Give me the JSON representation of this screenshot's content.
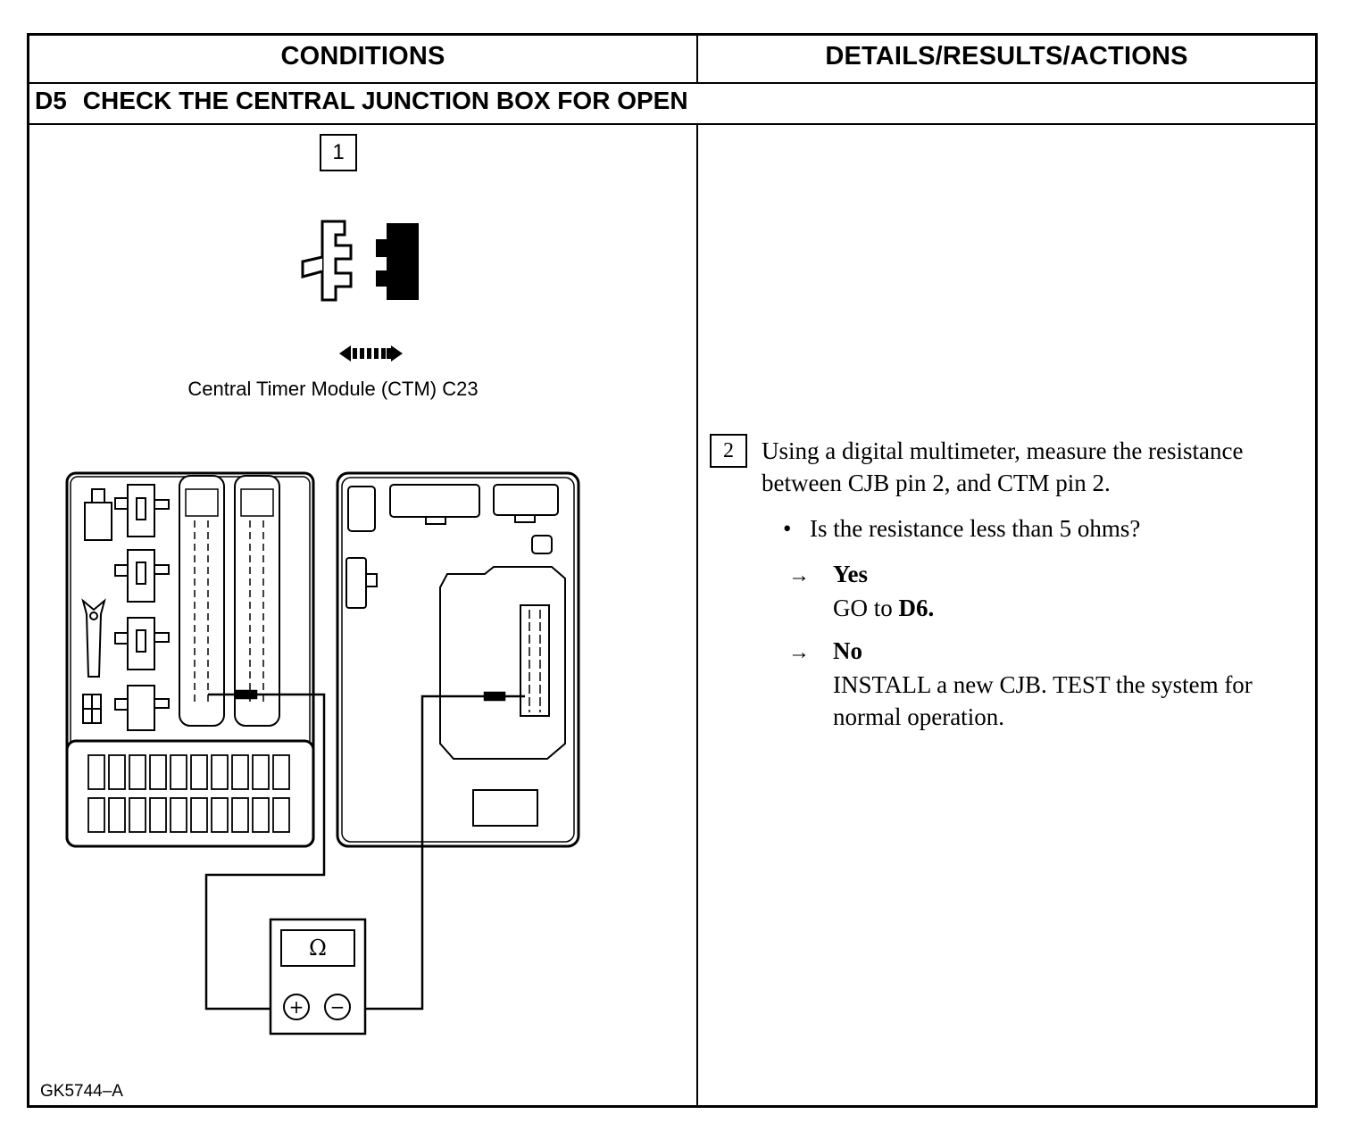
{
  "header": {
    "conditions": "CONDITIONS",
    "details": "DETAILS/RESULTS/ACTIONS"
  },
  "step": {
    "id": "D5",
    "title": "CHECK THE CENTRAL JUNCTION BOX FOR OPEN"
  },
  "left": {
    "step_number": "1",
    "caption": "Central Timer Module (CTM) C23",
    "meter_symbol": "Ω",
    "plus": "+",
    "minus": "−",
    "figure_code": "GK5744–A"
  },
  "right": {
    "step_number": "2",
    "instruction": "Using a digital multimeter, measure the resistance between CJB pin 2, and CTM pin 2.",
    "question": "Is the resistance less than 5 ohms?",
    "bullet": "•",
    "arrow": "→",
    "yes": {
      "label": "Yes",
      "action_prefix": "GO to",
      "action_ref": "D6."
    },
    "no": {
      "label": "No",
      "action": "INSTALL a new CJB. TEST the system for normal operation."
    }
  }
}
